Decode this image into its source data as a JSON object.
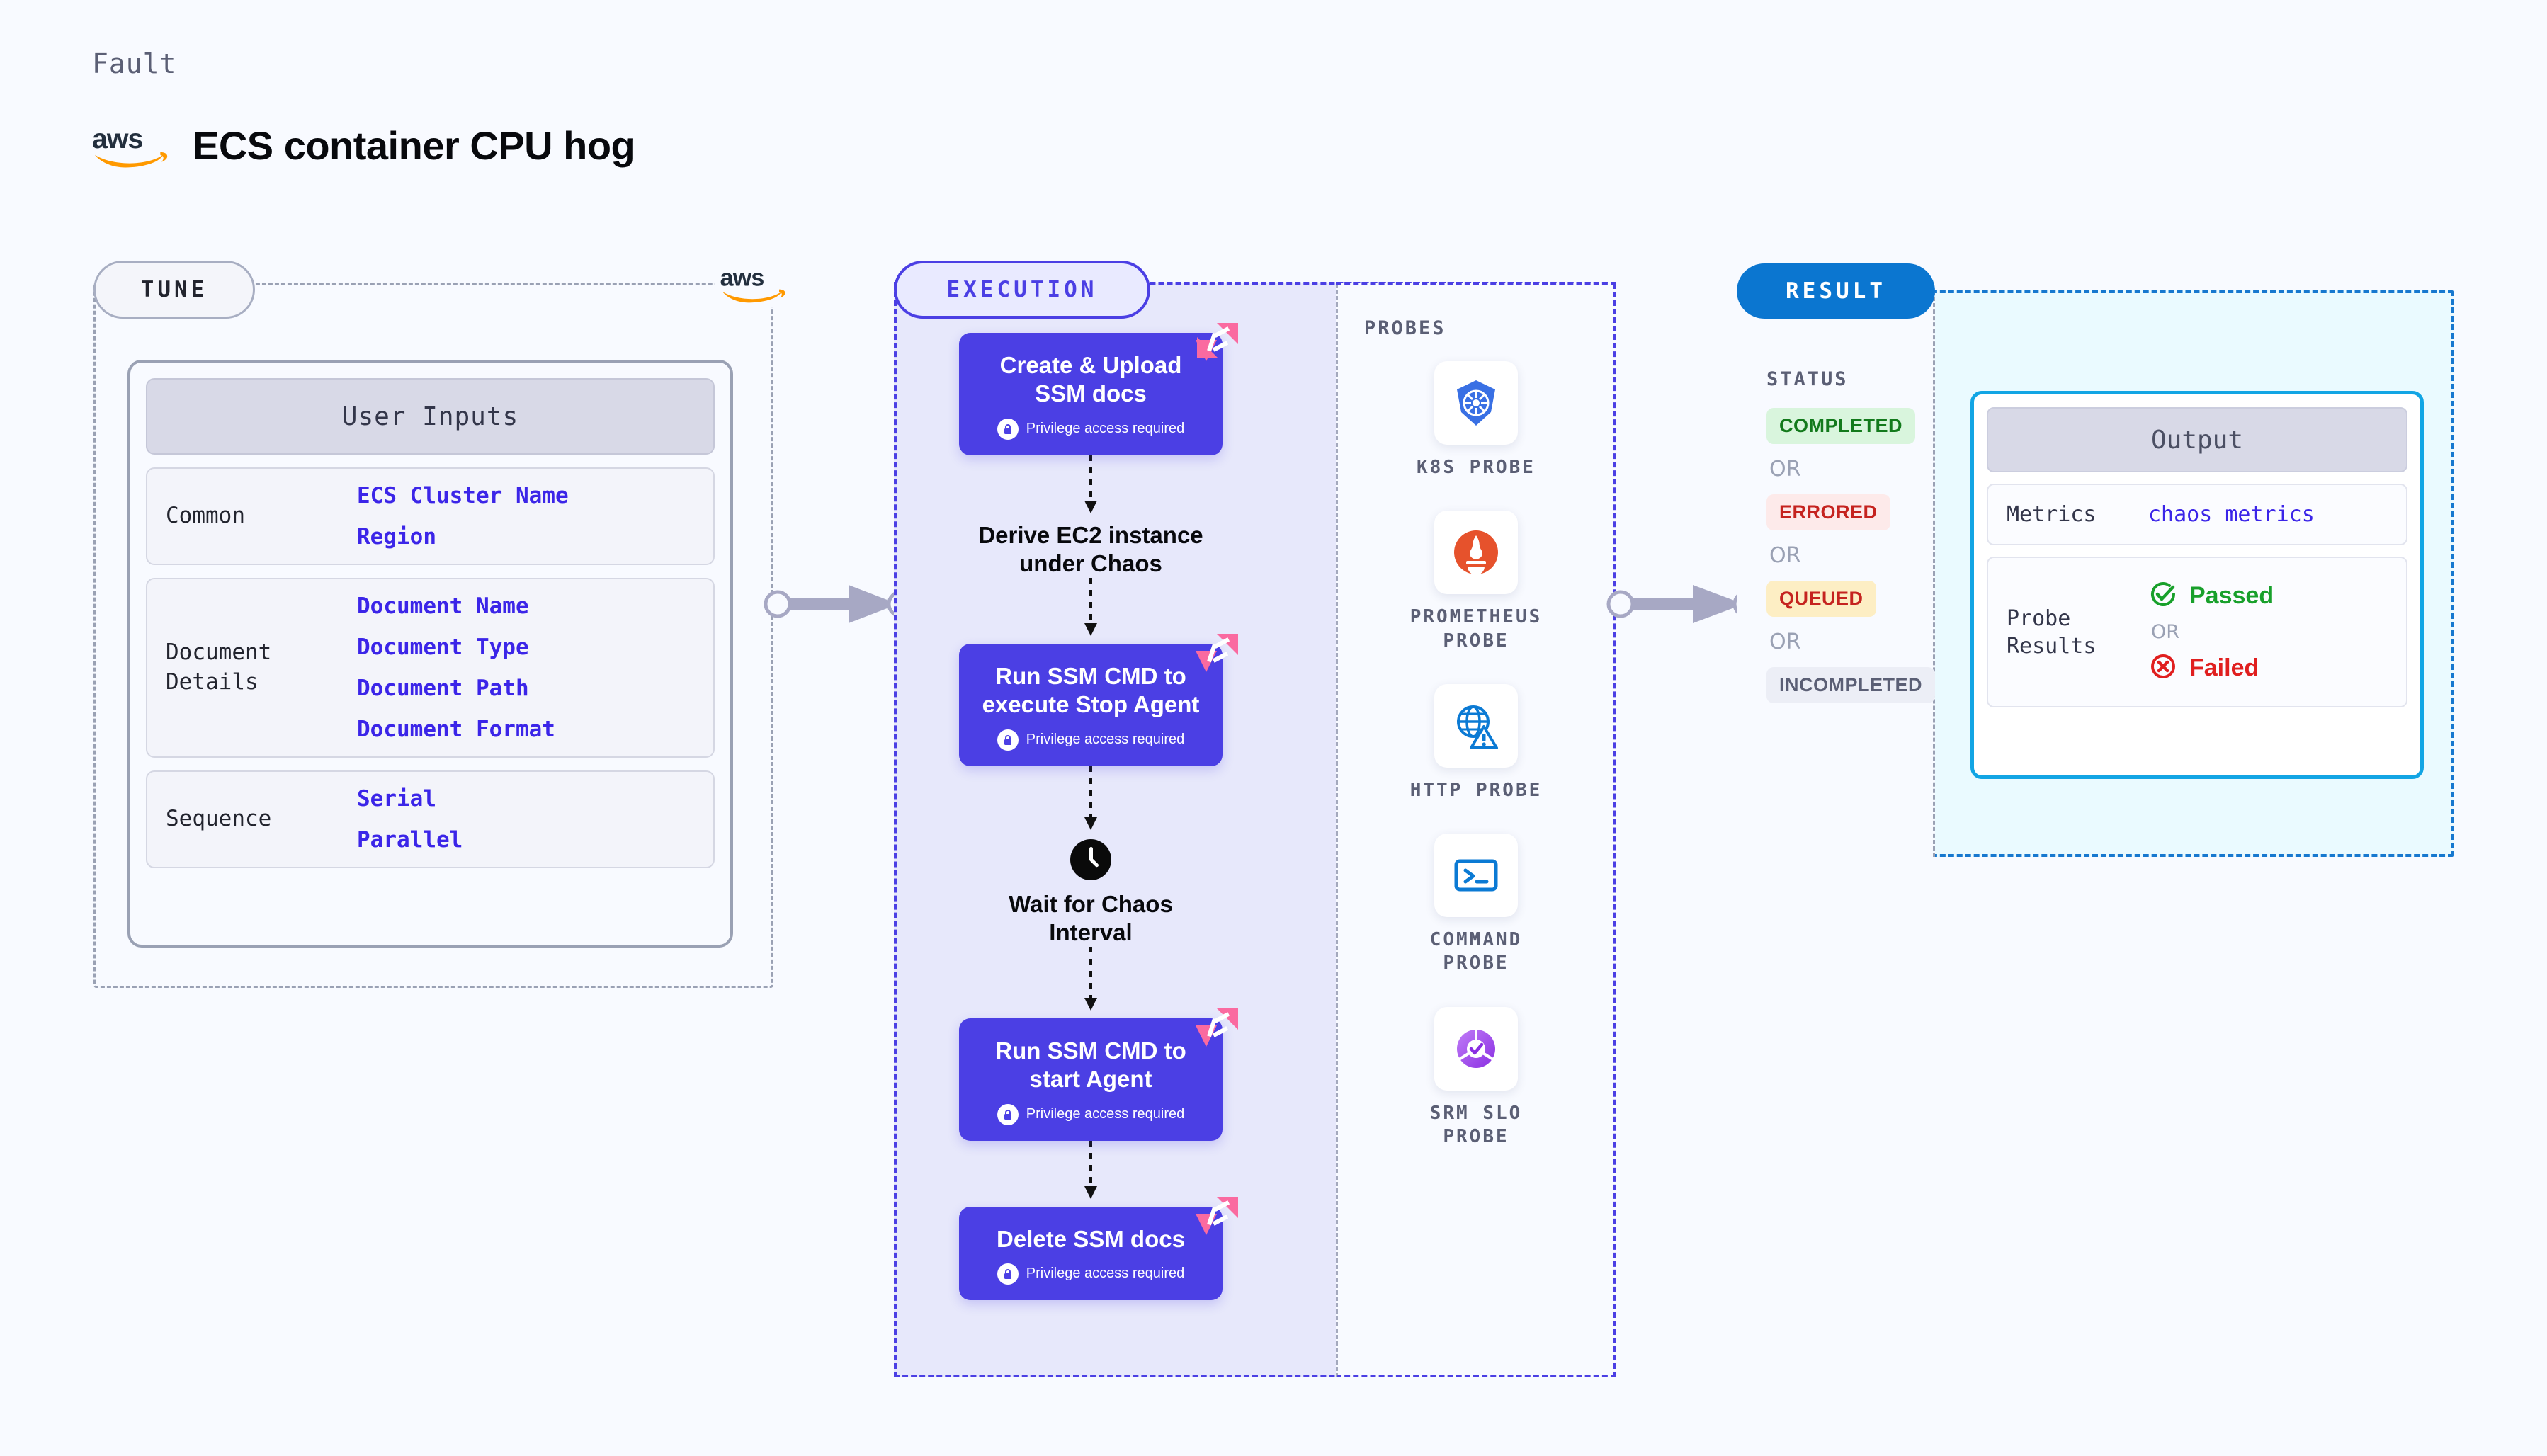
{
  "header": {
    "kicker": "Fault",
    "logo_icon": "aws-logo",
    "title": "ECS container CPU hog"
  },
  "tune": {
    "badge": "TUNE",
    "logo_icon": "aws-logo",
    "card_title": "User Inputs",
    "groups": [
      {
        "label": "Common",
        "values": [
          "ECS Cluster Name",
          "Region"
        ]
      },
      {
        "label": "Document\nDetails",
        "values": [
          "Document Name",
          "Document Type",
          "Document Path",
          "Document Format"
        ]
      },
      {
        "label": "Sequence",
        "values": [
          "Serial",
          "Parallel"
        ]
      }
    ]
  },
  "execution": {
    "badge": "EXECUTION",
    "privilege_note": "Privilege access required",
    "steps": [
      {
        "kind": "node",
        "title": "Create & Upload SSM docs",
        "privileged": true,
        "icon": "harness-ribbon-icon"
      },
      {
        "kind": "plain",
        "title": "Derive EC2 instance under Chaos",
        "privileged": false,
        "icon": ""
      },
      {
        "kind": "node",
        "title": "Run SSM CMD to execute Stop Agent",
        "privileged": true,
        "icon": "harness-ribbon-icon"
      },
      {
        "kind": "plain",
        "title": "Wait for Chaos Interval",
        "privileged": false,
        "icon": "clock-icon"
      },
      {
        "kind": "node",
        "title": "Run SSM CMD to start Agent",
        "privileged": true,
        "icon": "harness-ribbon-icon"
      },
      {
        "kind": "node",
        "title": "Delete SSM docs",
        "privileged": true,
        "icon": "harness-ribbon-icon"
      }
    ]
  },
  "probes": {
    "label": "PROBES",
    "items": [
      {
        "name": "K8S PROBE",
        "icon": "kubernetes-icon"
      },
      {
        "name": "PROMETHEUS PROBE",
        "icon": "prometheus-icon"
      },
      {
        "name": "HTTP PROBE",
        "icon": "globe-warning-icon"
      },
      {
        "name": "COMMAND PROBE",
        "icon": "terminal-icon"
      },
      {
        "name": "SRM SLO PROBE",
        "icon": "slo-donut-check-icon"
      }
    ]
  },
  "result": {
    "badge": "RESULT",
    "status_label": "STATUS",
    "or_label": "OR",
    "statuses": [
      {
        "label": "COMPLETED",
        "tone": "green"
      },
      {
        "label": "ERRORED",
        "tone": "red"
      },
      {
        "label": "QUEUED",
        "tone": "amber"
      },
      {
        "label": "INCOMPLETED",
        "tone": "gray"
      }
    ],
    "output": {
      "title": "Output",
      "metrics_label": "Metrics",
      "metrics_value": "chaos metrics",
      "probe_results_label": "Probe\nResults",
      "passed_label": "Passed",
      "failed_label": "Failed",
      "or_label": "OR"
    }
  },
  "colors": {
    "background": "#f8faff",
    "indigo": "#4b3fe4",
    "result_blue": "#0b76d0",
    "output_cyan": "#12a5e4",
    "pink_ribbon": "#fa6aa0",
    "value_blue": "#3b25e8"
  }
}
